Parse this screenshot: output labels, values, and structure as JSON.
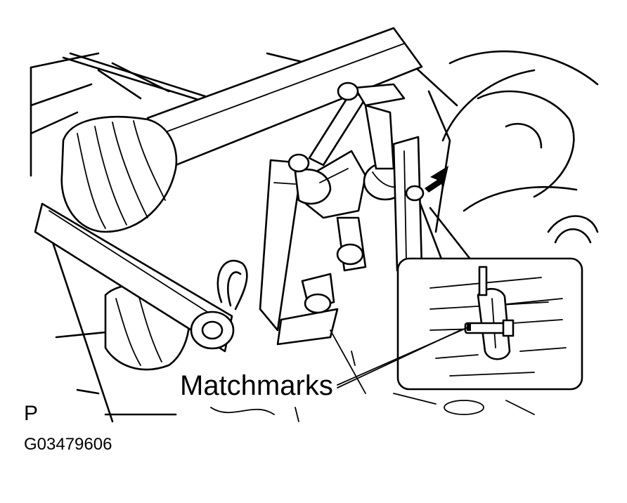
{
  "figure": {
    "callout_label": "Matchmarks",
    "view_marker": "P",
    "figure_code": "G03479606",
    "icons": [
      "arrow-icon",
      "detail-inset"
    ]
  }
}
